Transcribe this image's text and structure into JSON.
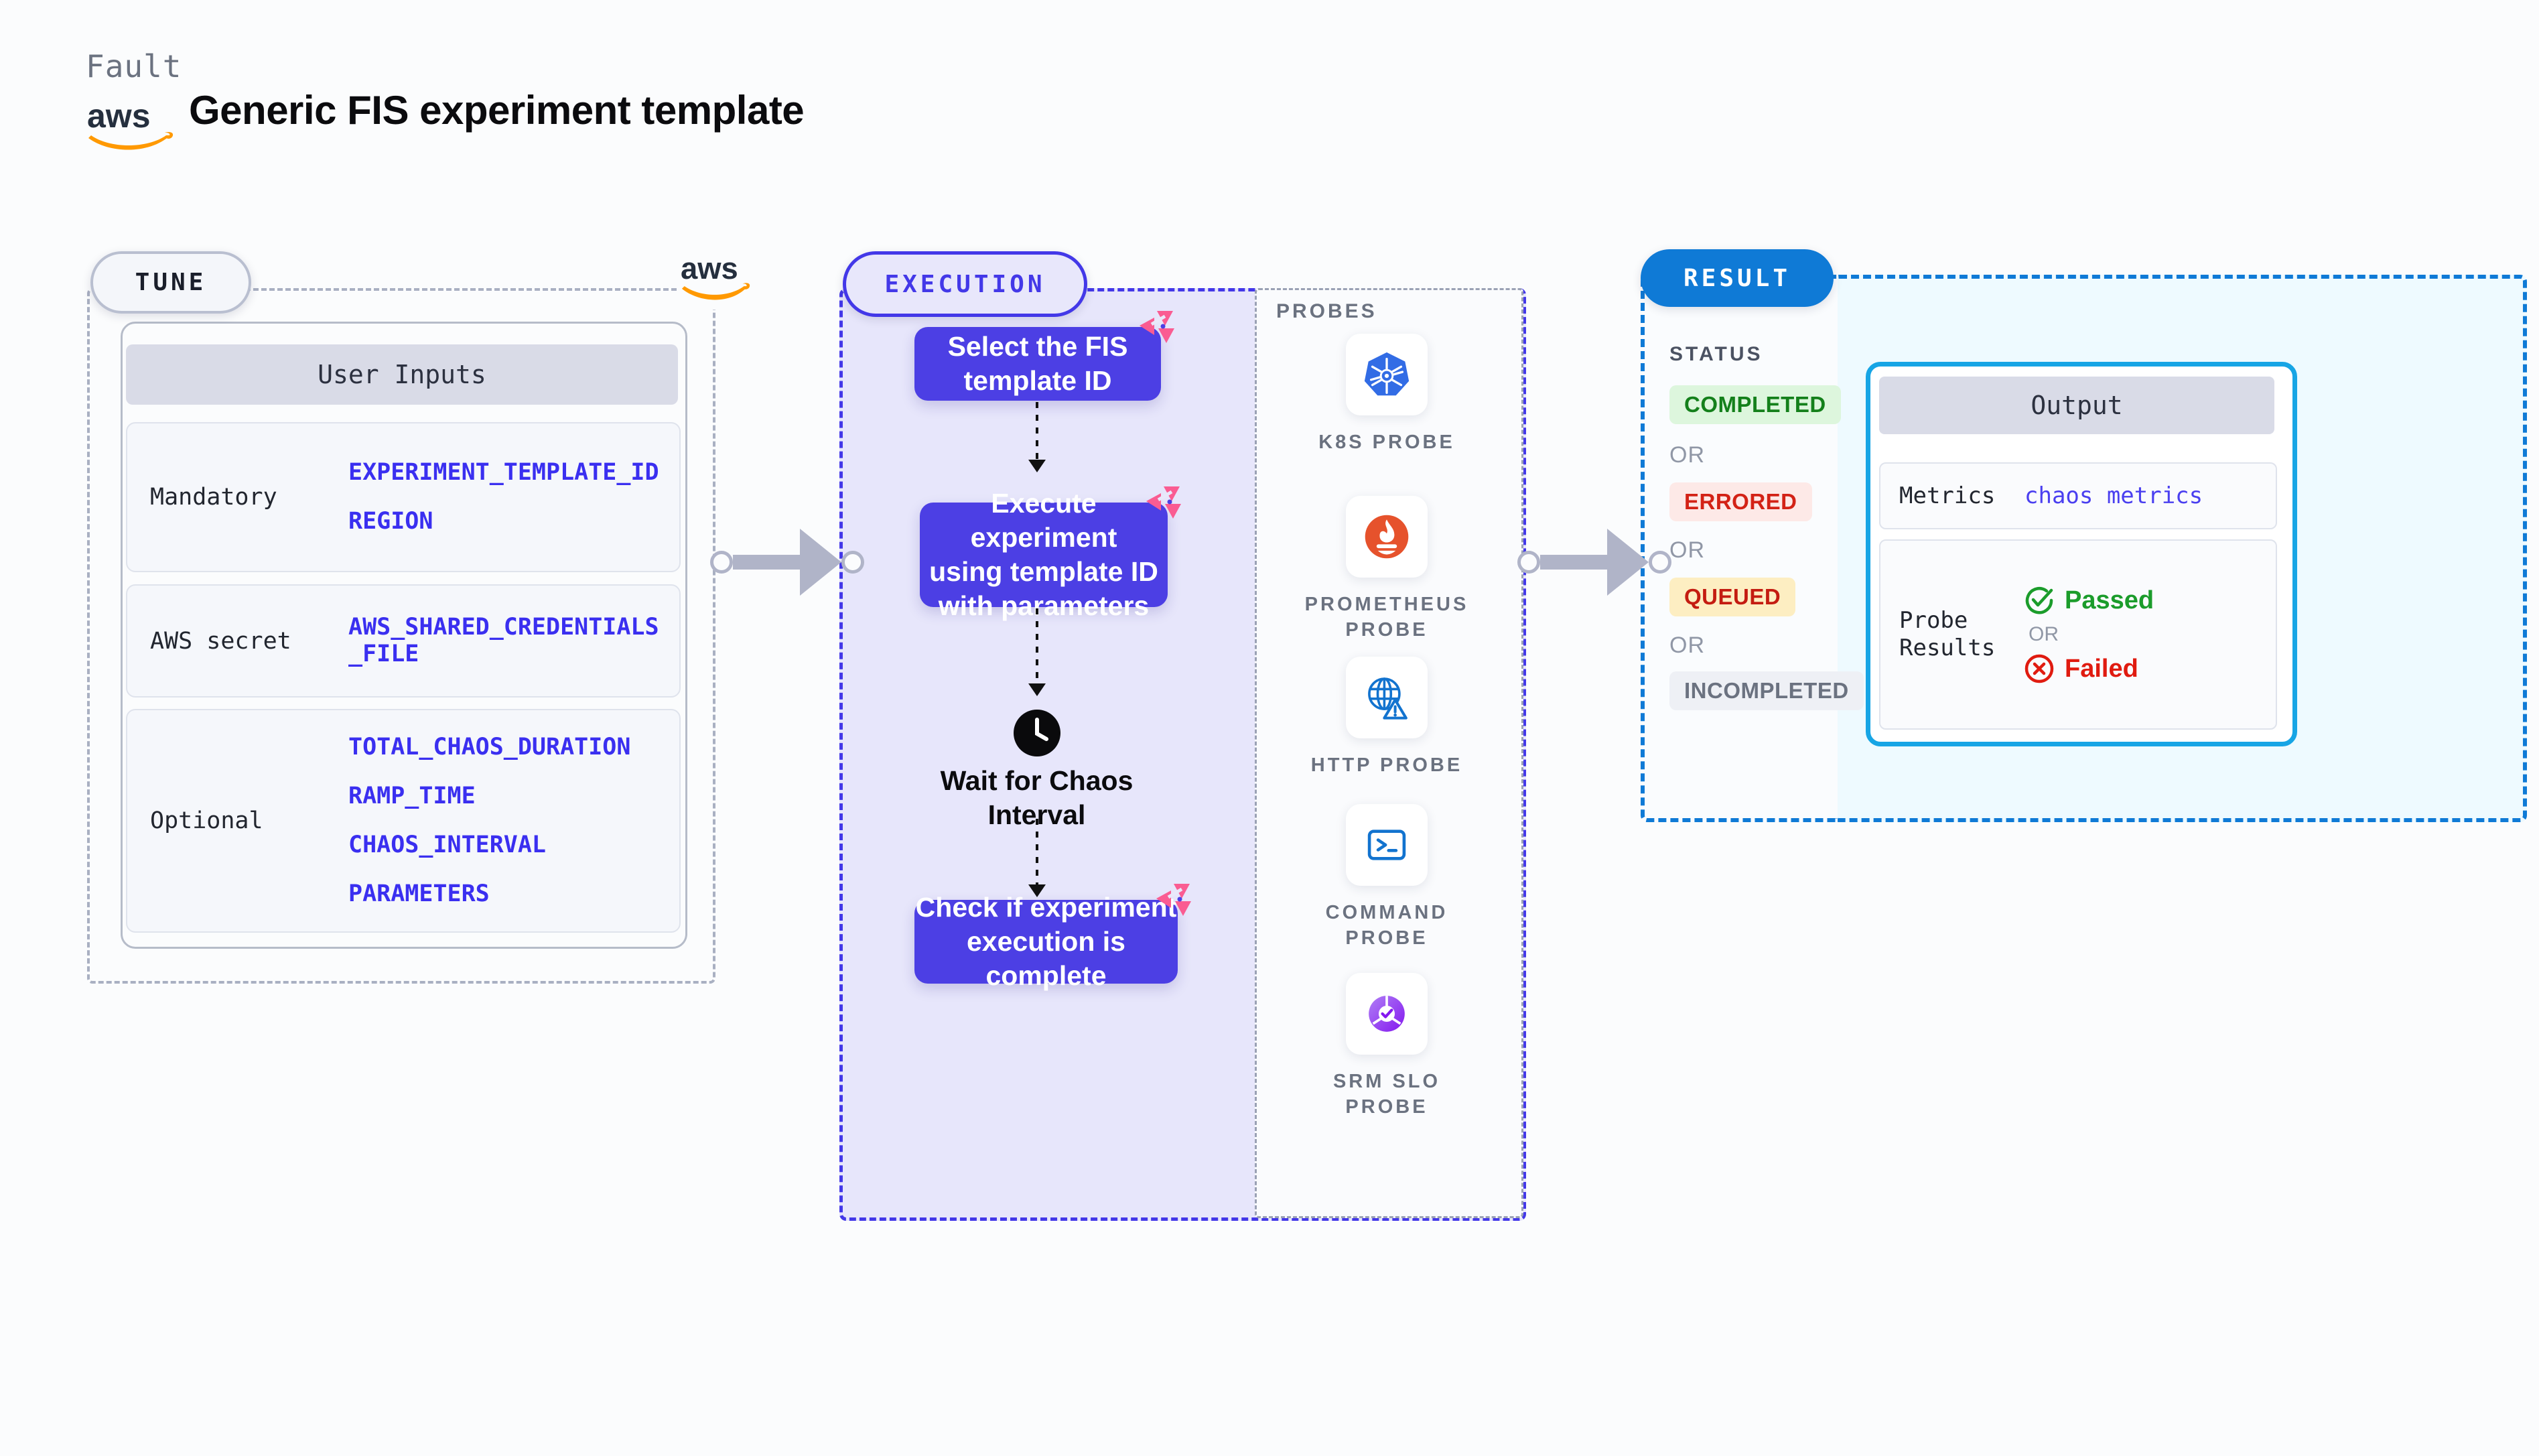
{
  "header": {
    "eyebrow": "Fault",
    "title": "Generic FIS experiment template",
    "aws_logo_name": "aws-logo",
    "wordmark": "aws"
  },
  "tune": {
    "badge": "TUNE",
    "card_header": "User Inputs",
    "aws_logo_name": "aws-logo",
    "rows": [
      {
        "label": "Mandatory",
        "values": [
          "EXPERIMENT_TEMPLATE_ID",
          "REGION"
        ]
      },
      {
        "label": "AWS secret",
        "values": [
          "AWS_SHARED_CREDENTIALS\n_FILE"
        ]
      },
      {
        "label": "Optional",
        "values": [
          "TOTAL_CHAOS_DURATION",
          "RAMP_TIME",
          "CHAOS_INTERVAL",
          "PARAMETERS"
        ]
      }
    ]
  },
  "execution": {
    "badge": "EXECUTION",
    "steps": [
      {
        "text": "Select the FIS\ntemplate ID",
        "mark": "litmus-chaos-icon"
      },
      {
        "text": "Execute experiment\nusing template ID\nwith parameters",
        "mark": "litmus-chaos-icon"
      },
      {
        "text": "Check if experiment\nexecution is complete",
        "mark": "litmus-chaos-icon"
      }
    ],
    "wait": {
      "icon": "clock-icon",
      "label": "Wait for Chaos\nInterval"
    }
  },
  "probes": {
    "title": "PROBES",
    "items": [
      {
        "label": "K8S PROBE",
        "icon": "kubernetes-icon"
      },
      {
        "label": "PROMETHEUS\nPROBE",
        "icon": "prometheus-icon"
      },
      {
        "label": "HTTP PROBE",
        "icon": "globe-warning-icon"
      },
      {
        "label": "COMMAND\nPROBE",
        "icon": "terminal-icon"
      },
      {
        "label": "SRM SLO\nPROBE",
        "icon": "slo-donut-icon"
      }
    ]
  },
  "result": {
    "badge": "RESULT",
    "status_title": "STATUS",
    "or_text": "OR",
    "statuses": [
      {
        "label": "COMPLETED",
        "bg": "#ddf6dd",
        "fg": "#14801b"
      },
      {
        "label": "ERRORED",
        "bg": "#fde9e7",
        "fg": "#d32216"
      },
      {
        "label": "QUEUED",
        "bg": "#fdeec2",
        "fg": "#c41c11"
      },
      {
        "label": "INCOMPLETED",
        "bg": "#eef0f5",
        "fg": "#6b7280"
      }
    ],
    "output": {
      "header": "Output",
      "metrics_label": "Metrics",
      "metrics_value": "chaos metrics",
      "probe_results_label": "Probe\nResults",
      "passed": "Passed",
      "failed": "Failed",
      "or_text": "OR"
    }
  },
  "colors": {
    "indigo": "#4c3fe4",
    "aws_orange": "#ff9900",
    "result_blue": "#0f7ad6",
    "output_border": "#17a5e5",
    "litmus_pink": "#fa5c92",
    "param_blue": "#3a2ff0"
  }
}
